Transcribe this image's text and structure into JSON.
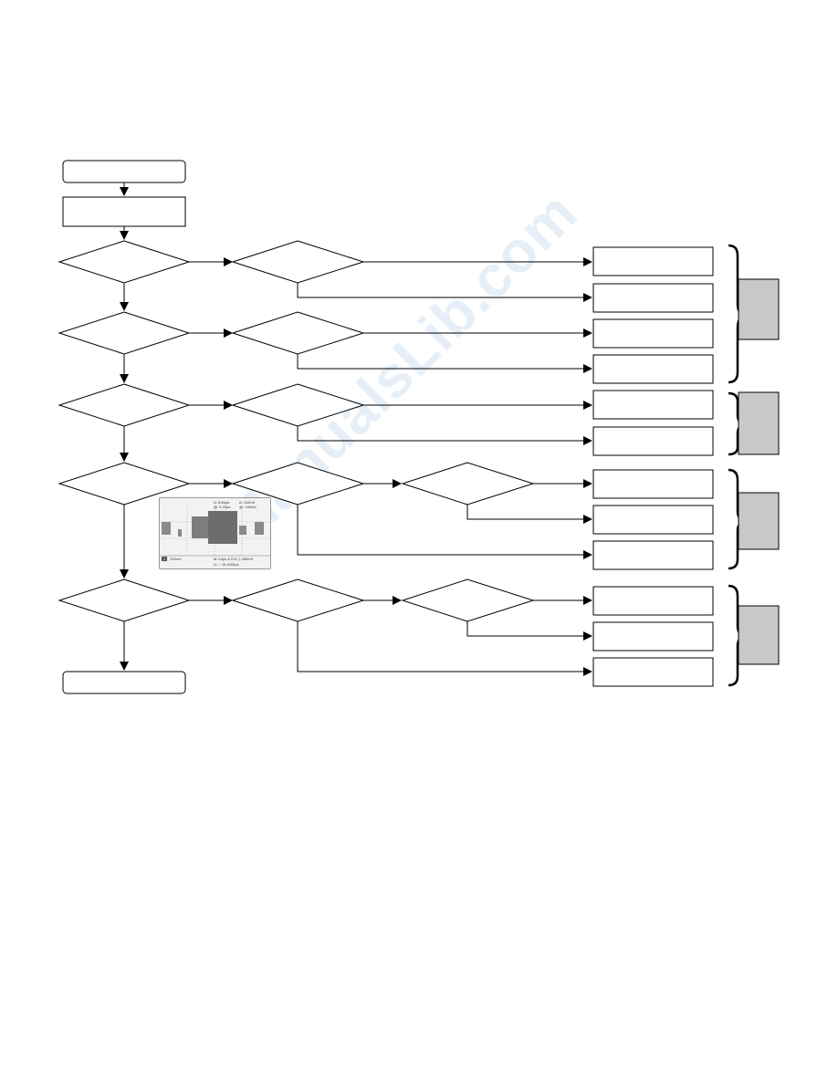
{
  "watermark": {
    "text": "ManualsLib.com"
  },
  "colors": {
    "stroke": "#000000",
    "side_box_fill": "#c8c8c8",
    "scope_bg": "#ffffff"
  },
  "oscilloscope": {
    "readout_top_left": "Δ: 8.80μs",
    "readout_top_left2": "@: 5.25μs",
    "readout_top_right": "Δ: 110mV",
    "readout_top_right2": "@: 140mV",
    "ch_label": "1",
    "scale_left": "100mV",
    "scale_mid": "M 4.0μs  A  Ch1  ƒ  480mV",
    "scale_bottom": "Δ↓ ↑ 15.4400μs"
  }
}
